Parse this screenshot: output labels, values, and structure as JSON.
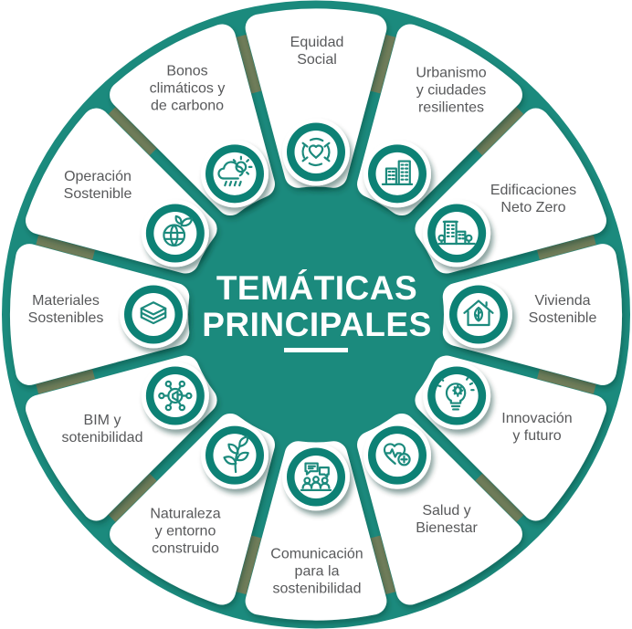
{
  "title": {
    "line1": "TEMÁTICAS",
    "line2": "PRINCIPALES"
  },
  "colors": {
    "teal": "#1B8A7D",
    "teal_ring": "#0F8175",
    "olive": "#6F7D5A",
    "text": "#58595B",
    "white": "#FFFFFF"
  },
  "items": [
    {
      "id": "equidad-social",
      "label": "Equidad Social",
      "lines": [
        "Equidad",
        "Social"
      ],
      "icon": "hands-heart-icon"
    },
    {
      "id": "urbanismo",
      "label": "Urbanismo y ciudades resilientes",
      "lines": [
        "Urbanismo",
        "y ciudades",
        "resilientes"
      ],
      "icon": "city-buildings-icon"
    },
    {
      "id": "edificaciones",
      "label": "Edificaciones Neto Zero",
      "lines": [
        "Edificaciones",
        "Neto Zero"
      ],
      "icon": "green-building-icon"
    },
    {
      "id": "vivienda",
      "label": "Vivienda Sostenible",
      "lines": [
        "Vivienda",
        "Sostenible"
      ],
      "icon": "eco-house-icon"
    },
    {
      "id": "innovacion",
      "label": "Innovación y futuro",
      "lines": [
        "Innovación",
        "y futuro"
      ],
      "icon": "idea-gear-bulb-icon"
    },
    {
      "id": "salud",
      "label": "Salud y Bienestar",
      "lines": [
        "Salud y",
        "Bienestar"
      ],
      "icon": "heart-health-icon"
    },
    {
      "id": "comunicacion",
      "label": "Comunicación para la sostenibilidad",
      "lines": [
        "Comunicación",
        "para la",
        "sostenibilidad"
      ],
      "icon": "meeting-chat-icon"
    },
    {
      "id": "naturaleza",
      "label": "Naturaleza y entorno construido",
      "lines": [
        "Naturaleza",
        "y entorno",
        "construido"
      ],
      "icon": "leaves-icon"
    },
    {
      "id": "bim",
      "label": "BIM y sotenibilidad",
      "lines": [
        "BIM y",
        "sotenibilidad"
      ],
      "icon": "network-icon"
    },
    {
      "id": "materiales",
      "label": "Materiales Sostenibles",
      "lines": [
        "Materiales",
        "Sostenibles"
      ],
      "icon": "layers-icon"
    },
    {
      "id": "operacion",
      "label": "Operación Sostenible",
      "lines": [
        "Operación",
        "Sostenible"
      ],
      "icon": "globe-leaf-icon"
    },
    {
      "id": "bonos",
      "label": "Bonos climáticos y de carbono",
      "lines": [
        "Bonos",
        "climáticos y",
        "de carbono"
      ],
      "icon": "climate-cloud-icon"
    }
  ]
}
